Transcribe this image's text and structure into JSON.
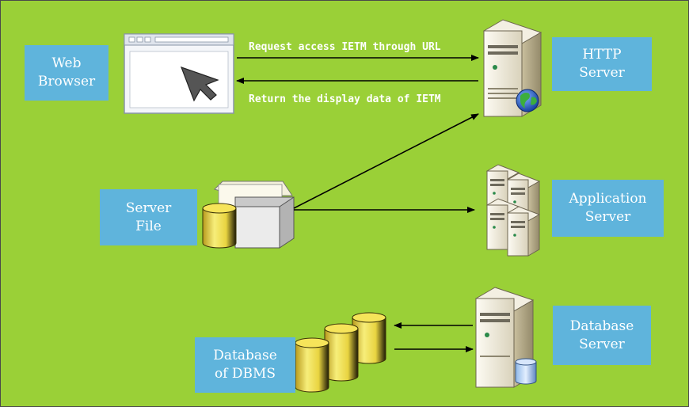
{
  "nodes": {
    "web_browser": [
      "Web",
      "Browser"
    ],
    "http_server": [
      "HTTP",
      "Server"
    ],
    "server_file": [
      "Server",
      "File"
    ],
    "application_server": [
      "Application",
      "Server"
    ],
    "database_dbms": [
      "Database",
      "of DBMS"
    ],
    "database_server": [
      "Database",
      "Server"
    ]
  },
  "edges": {
    "request": "Request access IETM through URL",
    "return": "Return the display data of IETM"
  },
  "colors": {
    "background": "#9ad037",
    "label_box": "#5fb4dc",
    "label_text": "#ffffff",
    "arrow": "#000000"
  },
  "icons": [
    "browser-window-icon",
    "cursor-arrow-icon",
    "server-tower-icon",
    "globe-icon",
    "folder-icon",
    "cylinder-icon",
    "server-rack-icon",
    "database-server-icon"
  ]
}
